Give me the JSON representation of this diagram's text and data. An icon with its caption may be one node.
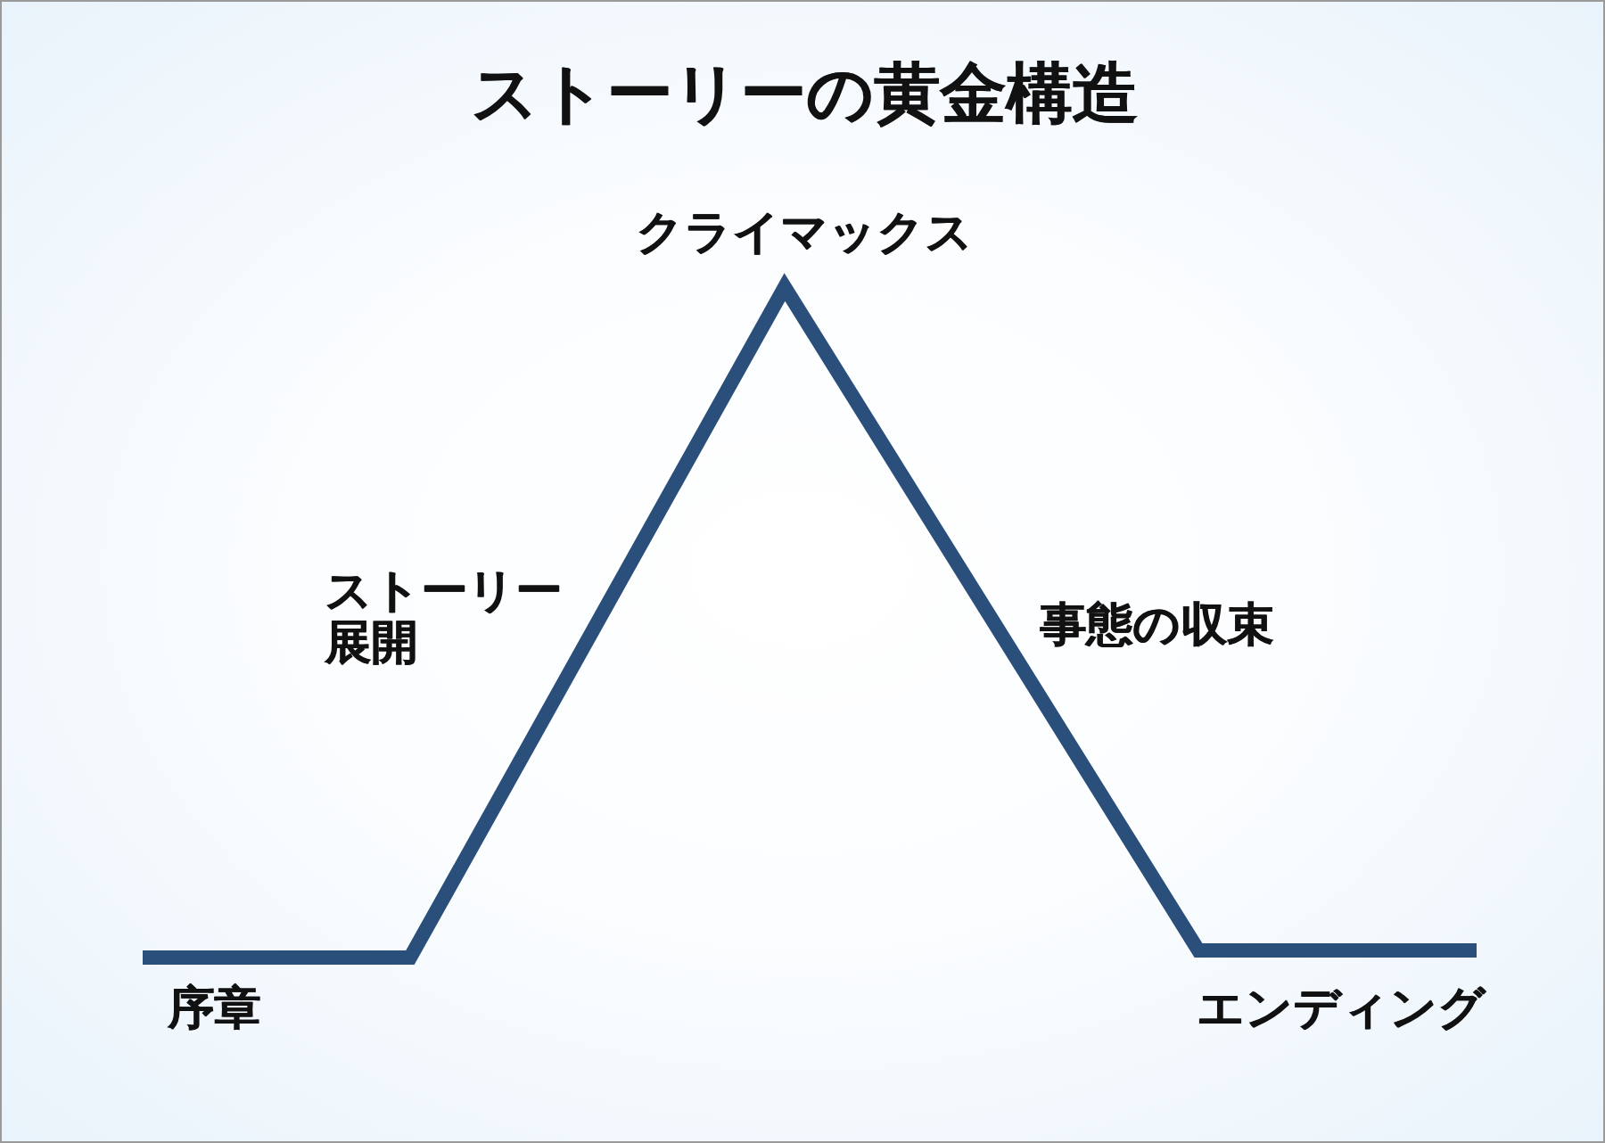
{
  "diagram": {
    "title": "ストーリーの黄金構造",
    "labels": [
      "クライマックス",
      "ストーリー展開",
      "事態の収束",
      "序章",
      "エンディング"
    ]
  }
}
